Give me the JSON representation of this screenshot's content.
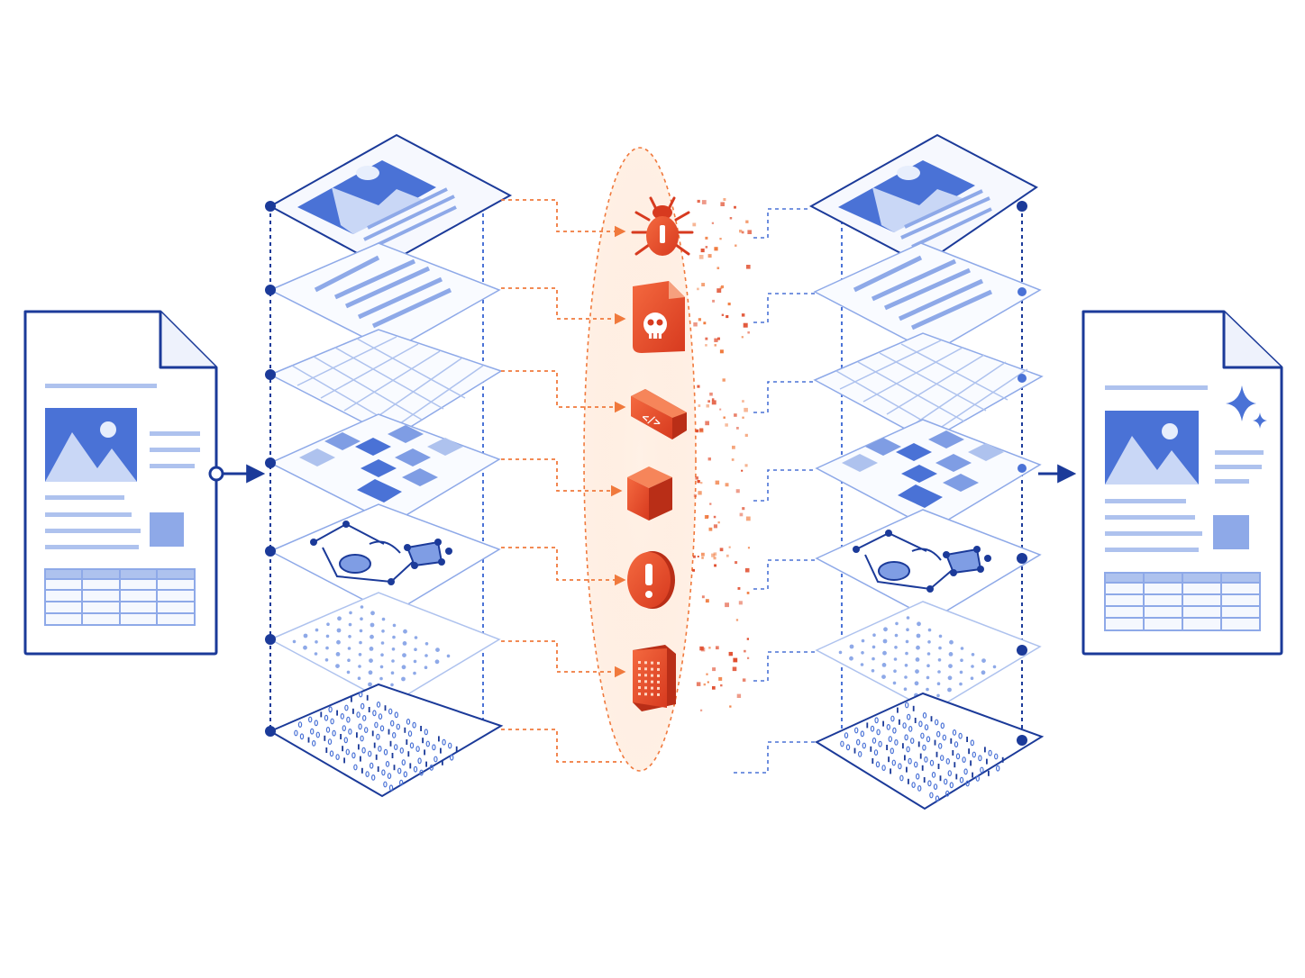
{
  "colors": {
    "blue_dark": "#1b3a99",
    "blue_mid": "#4a72d6",
    "blue_light": "#aec2ee",
    "blue_pale": "#f4f7fe",
    "orange": "#f0793c",
    "red": "#e04a2a",
    "red_dark": "#b92e17"
  },
  "input_document": {
    "icon": "document-icon",
    "contents": [
      "image",
      "text-lines",
      "thumbnail",
      "table"
    ]
  },
  "output_document": {
    "icon": "document-icon",
    "badge_icon": "sparkle-icon",
    "contents": [
      "image",
      "text-lines",
      "thumbnail",
      "table"
    ]
  },
  "layers": [
    {
      "id": "image",
      "icon": "image-card-icon"
    },
    {
      "id": "text",
      "icon": "text-lines-icon"
    },
    {
      "id": "grid",
      "icon": "grid-icon"
    },
    {
      "id": "blocks",
      "icon": "blocks-icon"
    },
    {
      "id": "graph",
      "icon": "node-graph-icon"
    },
    {
      "id": "dots",
      "icon": "dot-pattern-icon"
    },
    {
      "id": "binary",
      "icon": "binary-pattern-icon"
    }
  ],
  "threats": [
    {
      "id": "bug",
      "icon": "bug-icon"
    },
    {
      "id": "malicious-file",
      "icon": "skull-file-icon"
    },
    {
      "id": "code-injection",
      "icon": "code-brackets-icon"
    },
    {
      "id": "payload",
      "icon": "cube-icon"
    },
    {
      "id": "alert",
      "icon": "exclamation-icon"
    },
    {
      "id": "noise",
      "icon": "dot-matrix-icon"
    }
  ]
}
